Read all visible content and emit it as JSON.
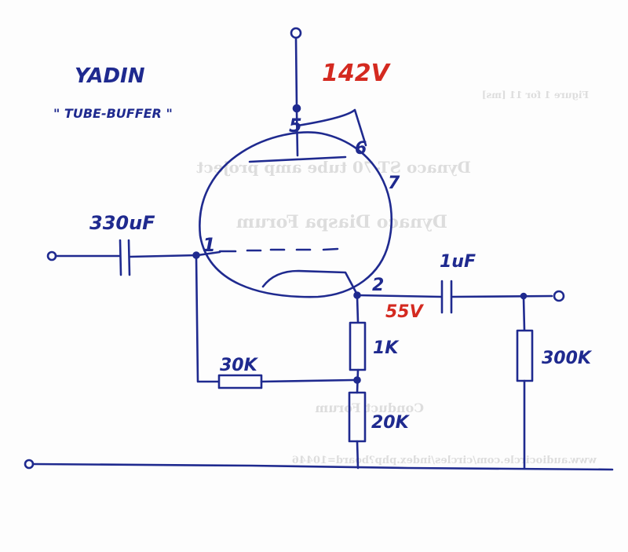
{
  "title": {
    "name": "YADIN",
    "subtitle": "\" TUBE-BUFFER \""
  },
  "colors": {
    "ink": "#1f2a8f",
    "red_ink": "#d42a20",
    "bleed_through": "#3a3a3a",
    "paper": "#fdfdfd"
  },
  "labels": {
    "b_plus": "142V",
    "cathode_v": "55V",
    "c_in": "330uF",
    "c_out": "1uF",
    "r_grid": "30K",
    "r_cathode1": "1K",
    "r_cathode2": "20K",
    "r_load": "300K"
  },
  "pins": {
    "grid": "1",
    "cathode": "2",
    "anode": "5",
    "pin6": "6",
    "pin7": "7"
  },
  "bleed_through": {
    "lines": [
      "Dynaco ST-70 tube amp project",
      "Dynaco Diaspa Forum",
      "www.audiocircle.com/circles/index.php?board=10446",
      "Figure 1 for 11 [ms]",
      "Conduct Forum"
    ]
  }
}
